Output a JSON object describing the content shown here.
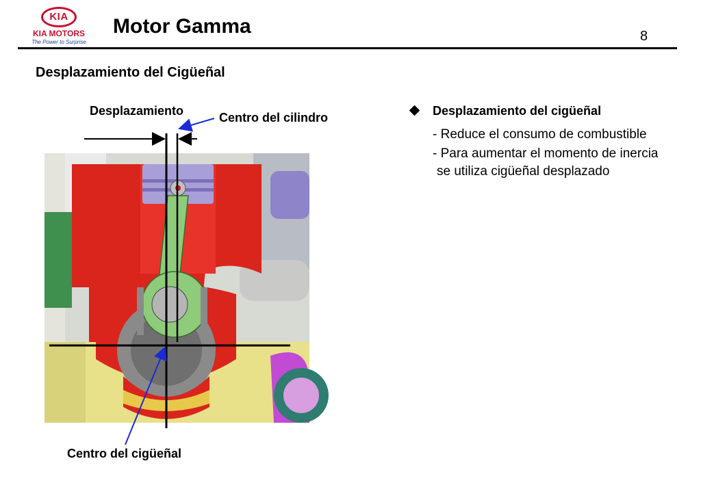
{
  "logo": {
    "brand": "KIA",
    "name": "KIA MOTORS",
    "tagline": "The Power to Surprise"
  },
  "header": {
    "title": "Motor Gamma",
    "page_number": "8"
  },
  "section": {
    "title": "Desplazamiento del Cigüeñal"
  },
  "diagram": {
    "labels": {
      "displacement": "Desplazamiento",
      "cylinder_center": "Centro del cilindro",
      "crankshaft_center": "Centro del cigüeñal"
    },
    "colors": {
      "block_red": "#d9251c",
      "rod_green": "#8ecb7a",
      "piston_purple": "#a99fd8",
      "arrow_blue": "#1a2bd6"
    }
  },
  "bullets": {
    "heading": "Desplazamiento del cigüeñal",
    "lines": [
      "- Reduce el consumo de combustible",
      "- Para aumentar el momento de inercia",
      "se utiliza cigüeñal desplazado"
    ]
  }
}
